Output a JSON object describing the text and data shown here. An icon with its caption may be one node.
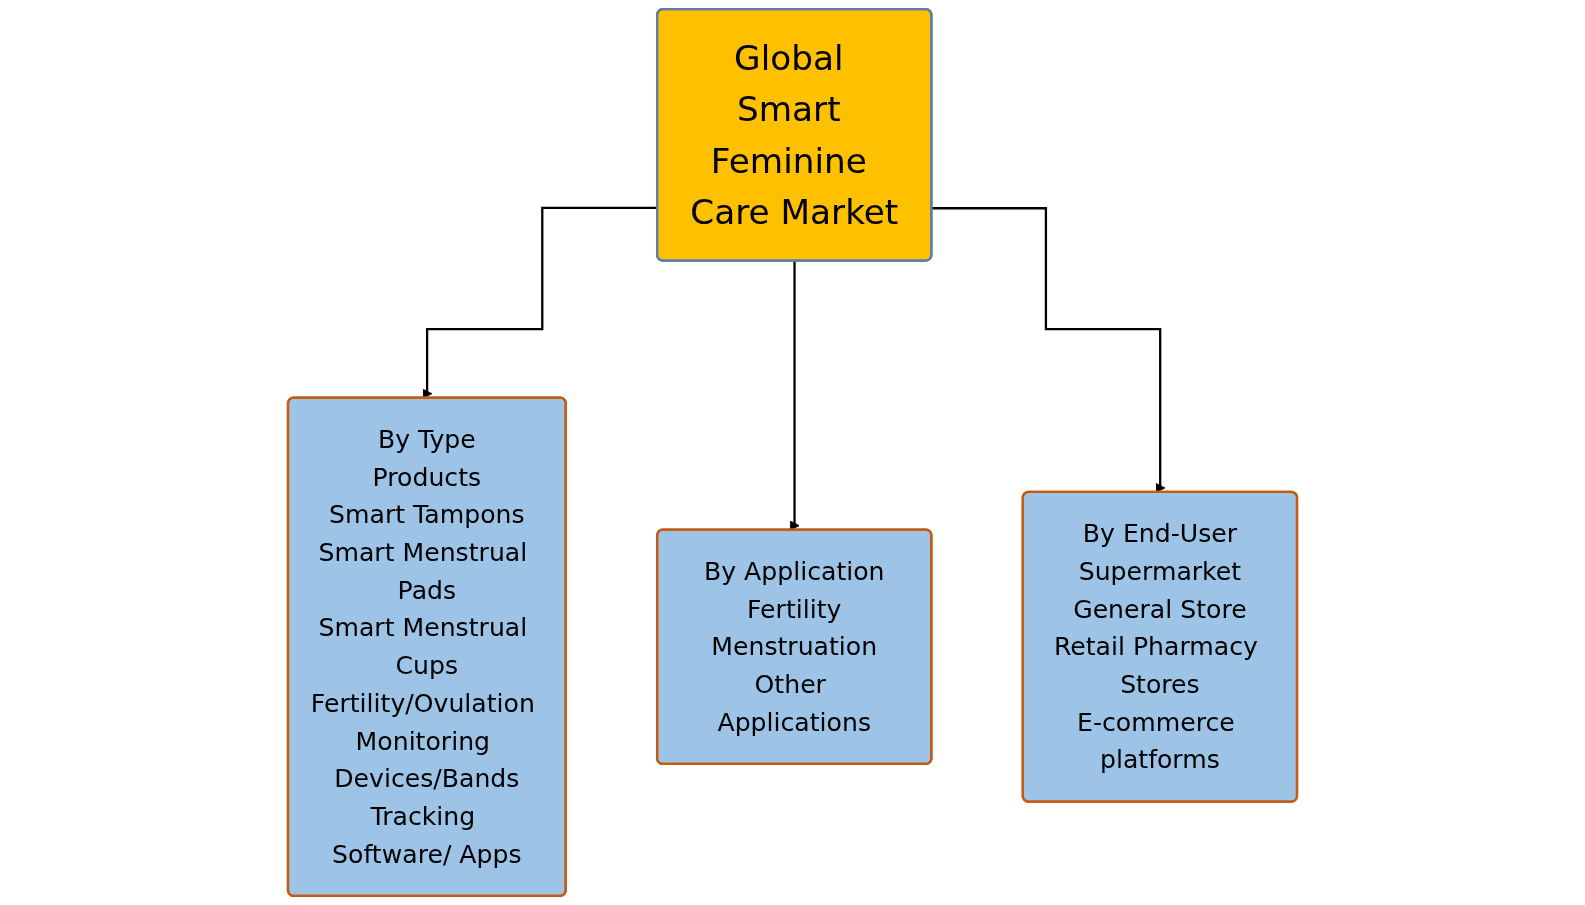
{
  "diagram": {
    "nodes": [
      {
        "text": [
          "Global Smart Feminine Care Market"
        ]
      },
      {
        "text": [
          "By Type",
          "Products",
          "Smart Tampons",
          "Smart Menstrual Pads",
          "Smart Menstrual Cups",
          "Fertility/Ovulation Monitoring Devices/Bands",
          "Tracking Software/ Apps"
        ]
      },
      {
        "text": [
          "By Application",
          "Fertility",
          "Menstruation",
          "Other Applications"
        ]
      },
      {
        "text": [
          "By End-User",
          "Supermarket",
          "General Store",
          "Retail Pharmacy Stores",
          "E-commerce platforms"
        ]
      }
    ],
    "edges": [
      {
        "from": 0,
        "to": 1,
        "arrow": "to"
      },
      {
        "from": 0,
        "to": 2,
        "arrow": "to"
      },
      {
        "from": 0,
        "to": 3,
        "arrow": "to"
      }
    ]
  }
}
